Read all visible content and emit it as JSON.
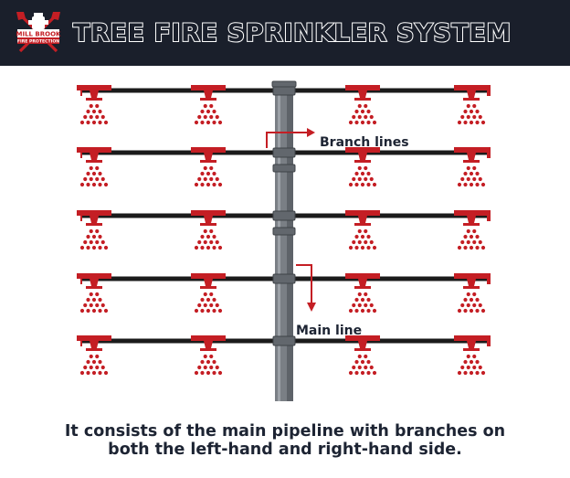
{
  "header": {
    "title": "TREE FIRE SPRINKLER SYSTEM",
    "logo": {
      "name": "MILL BROOK",
      "tagline": "FIRE PROTECTION",
      "colors": {
        "red": "#c41e24",
        "white": "#ffffff",
        "dark": "#1a1f2b"
      }
    }
  },
  "diagram": {
    "labels": {
      "branch_lines": "Branch lines",
      "main_line": "Main line"
    },
    "branch_line_count": 5,
    "sprinklers_per_line": 4,
    "colors": {
      "pipe": "#1b1b1b",
      "main_pipe": "#7a7f85",
      "sprinkler": "#c41e24",
      "arrow": "#c41e24"
    }
  },
  "caption": {
    "line1": "It consists of the main pipeline with branches on",
    "line2": "both the left-hand and right-hand side."
  }
}
